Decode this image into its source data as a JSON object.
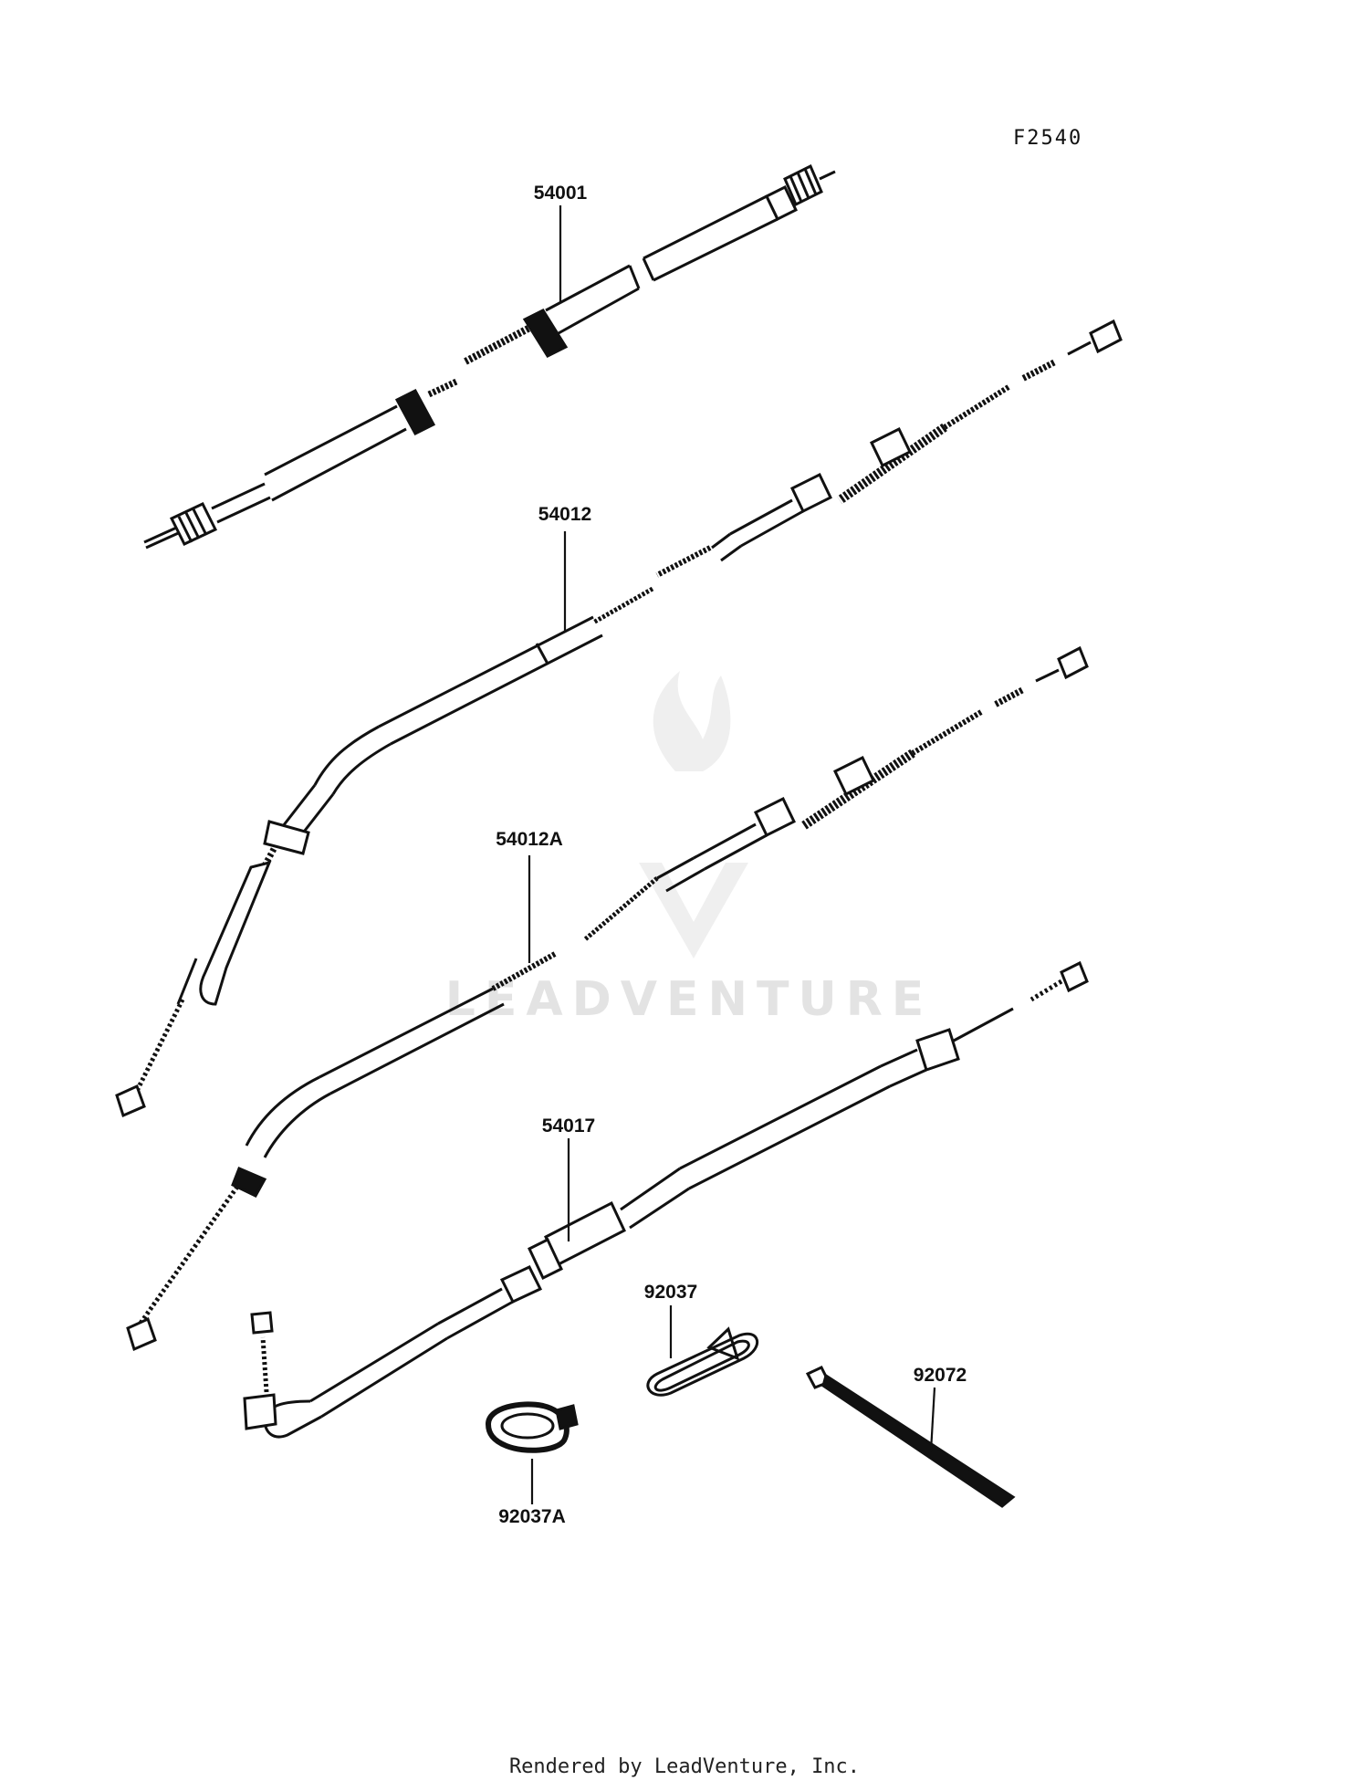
{
  "figure": {
    "code": "F2540"
  },
  "watermark": {
    "text": "LEADVENTURE"
  },
  "parts": {
    "speedometer_cable": "54001",
    "throttle_cable": "54012",
    "throttle_cable_a": "54012A",
    "choke_cable": "54017",
    "clamp": "92037",
    "clamp_a": "92037A",
    "band": "92072"
  },
  "footer": {
    "text": "Rendered by LeadVenture, Inc."
  }
}
